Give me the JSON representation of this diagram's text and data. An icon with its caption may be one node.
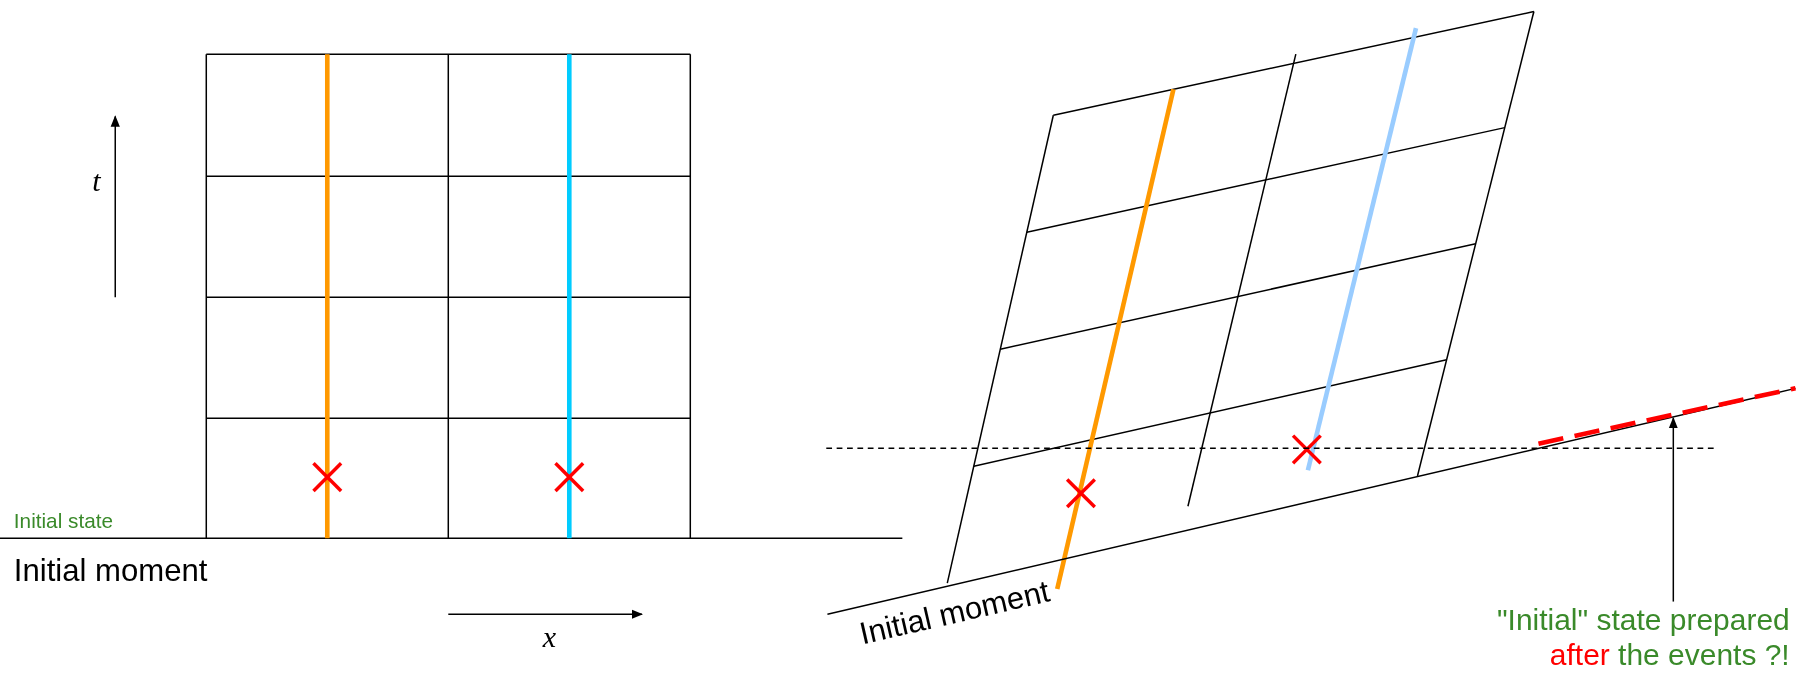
{
  "diagram": {
    "nodes": [
      {
        "text": [
          "\"Initial\" state prepared",
          "after",
          "the events ?!"
        ]
      },
      {
        "text": [],
        "shape": "line"
      }
    ],
    "edges": [
      {
        "from": 0,
        "to": 1,
        "arrow": "to"
      }
    ],
    "labels": [
      "t",
      "x",
      "Initial state",
      "Initial moment",
      "Initial moment"
    ]
  }
}
